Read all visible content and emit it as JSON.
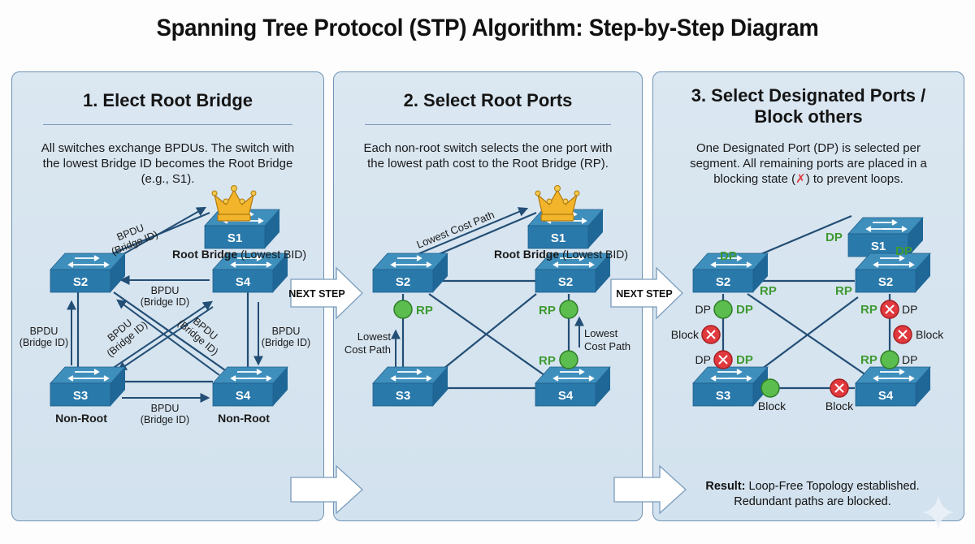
{
  "title": "Spanning Tree Protocol (STP) Algorithm: Step-by-Step Diagram",
  "next_step_label": "NEXT STEP",
  "colors": {
    "panel_bg": "#d6e4ef",
    "panel_border": "#6f93b5",
    "switch_top": "#3f8fbd",
    "switch_front": "#2a79ab",
    "link": "#234e75",
    "root_port_green": "#5bbd4e",
    "blocked_red": "#e0393e",
    "label_green": "#3e9a31",
    "crown_gold": "#f2b42a"
  },
  "steps": [
    {
      "title": "1. Elect Root Bridge",
      "description_lines": [
        "All switches exchange BPDUs. The switch with",
        "the lowest Bridge ID becomes the Root Bridge",
        "(e.g., S1)."
      ],
      "switches": [
        {
          "id": "S1",
          "caption_bold": "Root Bridge",
          "caption_rest": "(Lowest BID)",
          "root": true
        },
        {
          "id": "S2",
          "caption_bold": "",
          "caption_rest": ""
        },
        {
          "id": "S4",
          "caption_bold": "",
          "caption_rest": ""
        },
        {
          "id": "S3",
          "caption_bold": "Non-Root",
          "caption_rest": ""
        },
        {
          "id": "S4",
          "caption_bold": "Non-Root",
          "caption_rest": ""
        }
      ],
      "bpdu_label": "BPDU",
      "bpdu_sub": "(Bridge ID)"
    },
    {
      "title": "2. Select Root Ports",
      "description_lines": [
        "Each non-root switch selects the one port with",
        "the lowest path cost to the Root Bridge (RP)."
      ],
      "switches": [
        {
          "id": "S1",
          "caption_bold": "Root Bridge",
          "caption_rest": "(Lowest BID)",
          "root": true
        },
        {
          "id": "S2"
        },
        {
          "id": "S2"
        },
        {
          "id": "S3"
        },
        {
          "id": "S4"
        }
      ],
      "path_label": "Lowest Cost Path",
      "path_label_line1": "Lowest",
      "path_label_line2": "Cost Path",
      "port_label": "RP"
    },
    {
      "title_line1": "3. Select Designated Ports /",
      "title_line2": "Block others",
      "description_lines": [
        "One Designated Port (DP) is selected per",
        "segment. All remaining ports are placed in a",
        "blocking state (",
        ") to prevent loops."
      ],
      "switches": [
        {
          "id": "S1"
        },
        {
          "id": "S2"
        },
        {
          "id": "S2"
        },
        {
          "id": "S3"
        },
        {
          "id": "S4"
        }
      ],
      "dp_label": "DP",
      "rp_label": "RP",
      "block_label": "Block",
      "result_bold": "Result:",
      "result_line1": "Loop-Free Topology established.",
      "result_line2": "Redundant paths are blocked."
    }
  ]
}
